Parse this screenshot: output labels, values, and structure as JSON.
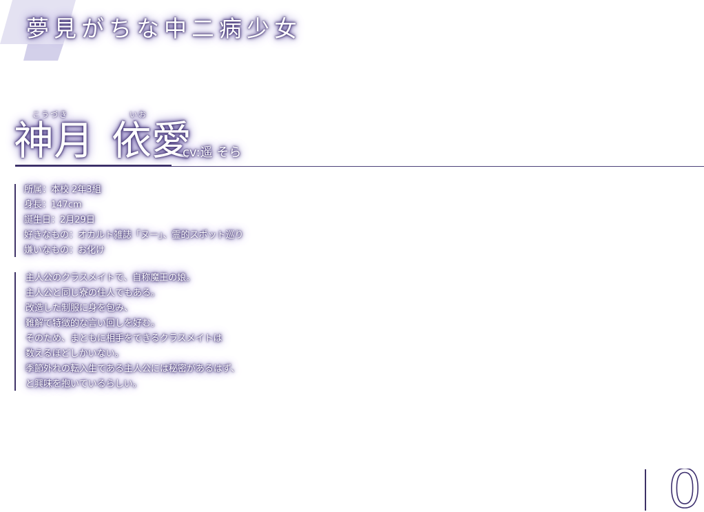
{
  "header": {
    "catchphrase": "夢見がちな中二病少女"
  },
  "character": {
    "family_name": "神月",
    "given_name": "依愛",
    "family_ruby": "こうづき",
    "given_ruby": "いお",
    "cv": "cv:遥 そら"
  },
  "profile": [
    "所属：本校 2年3組",
    "身長：147cm",
    "誕生日：2月29日",
    "好きなもの：オカルト雑誌「ヌー」、霊的スポット巡り",
    "嫌いなもの：お化け"
  ],
  "description": [
    "主人公のクラスメイトで、自称魔王の娘。",
    "主人公と同じ寮の住人でもある。",
    "改造した制服に身を包み、",
    "難解で特徴的な言い回しを好む。",
    "そのため、まともに相手をできるクラスメイトは",
    "数えるほどしかいない。",
    "季節外れの転入生である主人公には秘密があるはず、",
    "と興味を抱いているらしい。"
  ],
  "page_number": "0",
  "colors": {
    "outline": "#3d2f6e",
    "accent_shape": "#dcdaf0",
    "rule": "#4a3f78"
  }
}
